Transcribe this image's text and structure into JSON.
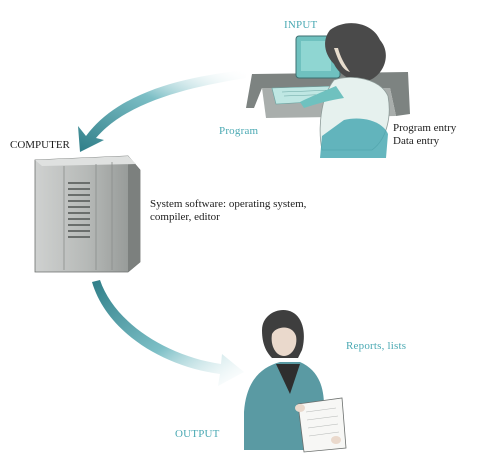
{
  "labels": {
    "input": "INPUT",
    "program": "Program",
    "program_entry": "Program entry",
    "data_entry": "Data entry",
    "computer": "COMPUTER",
    "system_software_line1": "System software: operating system,",
    "system_software_line2": "compiler, editor",
    "reports": "Reports, lists",
    "output": "OUTPUT"
  },
  "colors": {
    "accent_teal": "#4aa9b3",
    "arrow_teal": "#3e8a93",
    "text_dark": "#1c1c1c"
  },
  "icons": {
    "input_figure": "person-at-terminal",
    "computer_figure": "mainframe-cabinet",
    "output_figure": "person-reading-report"
  }
}
